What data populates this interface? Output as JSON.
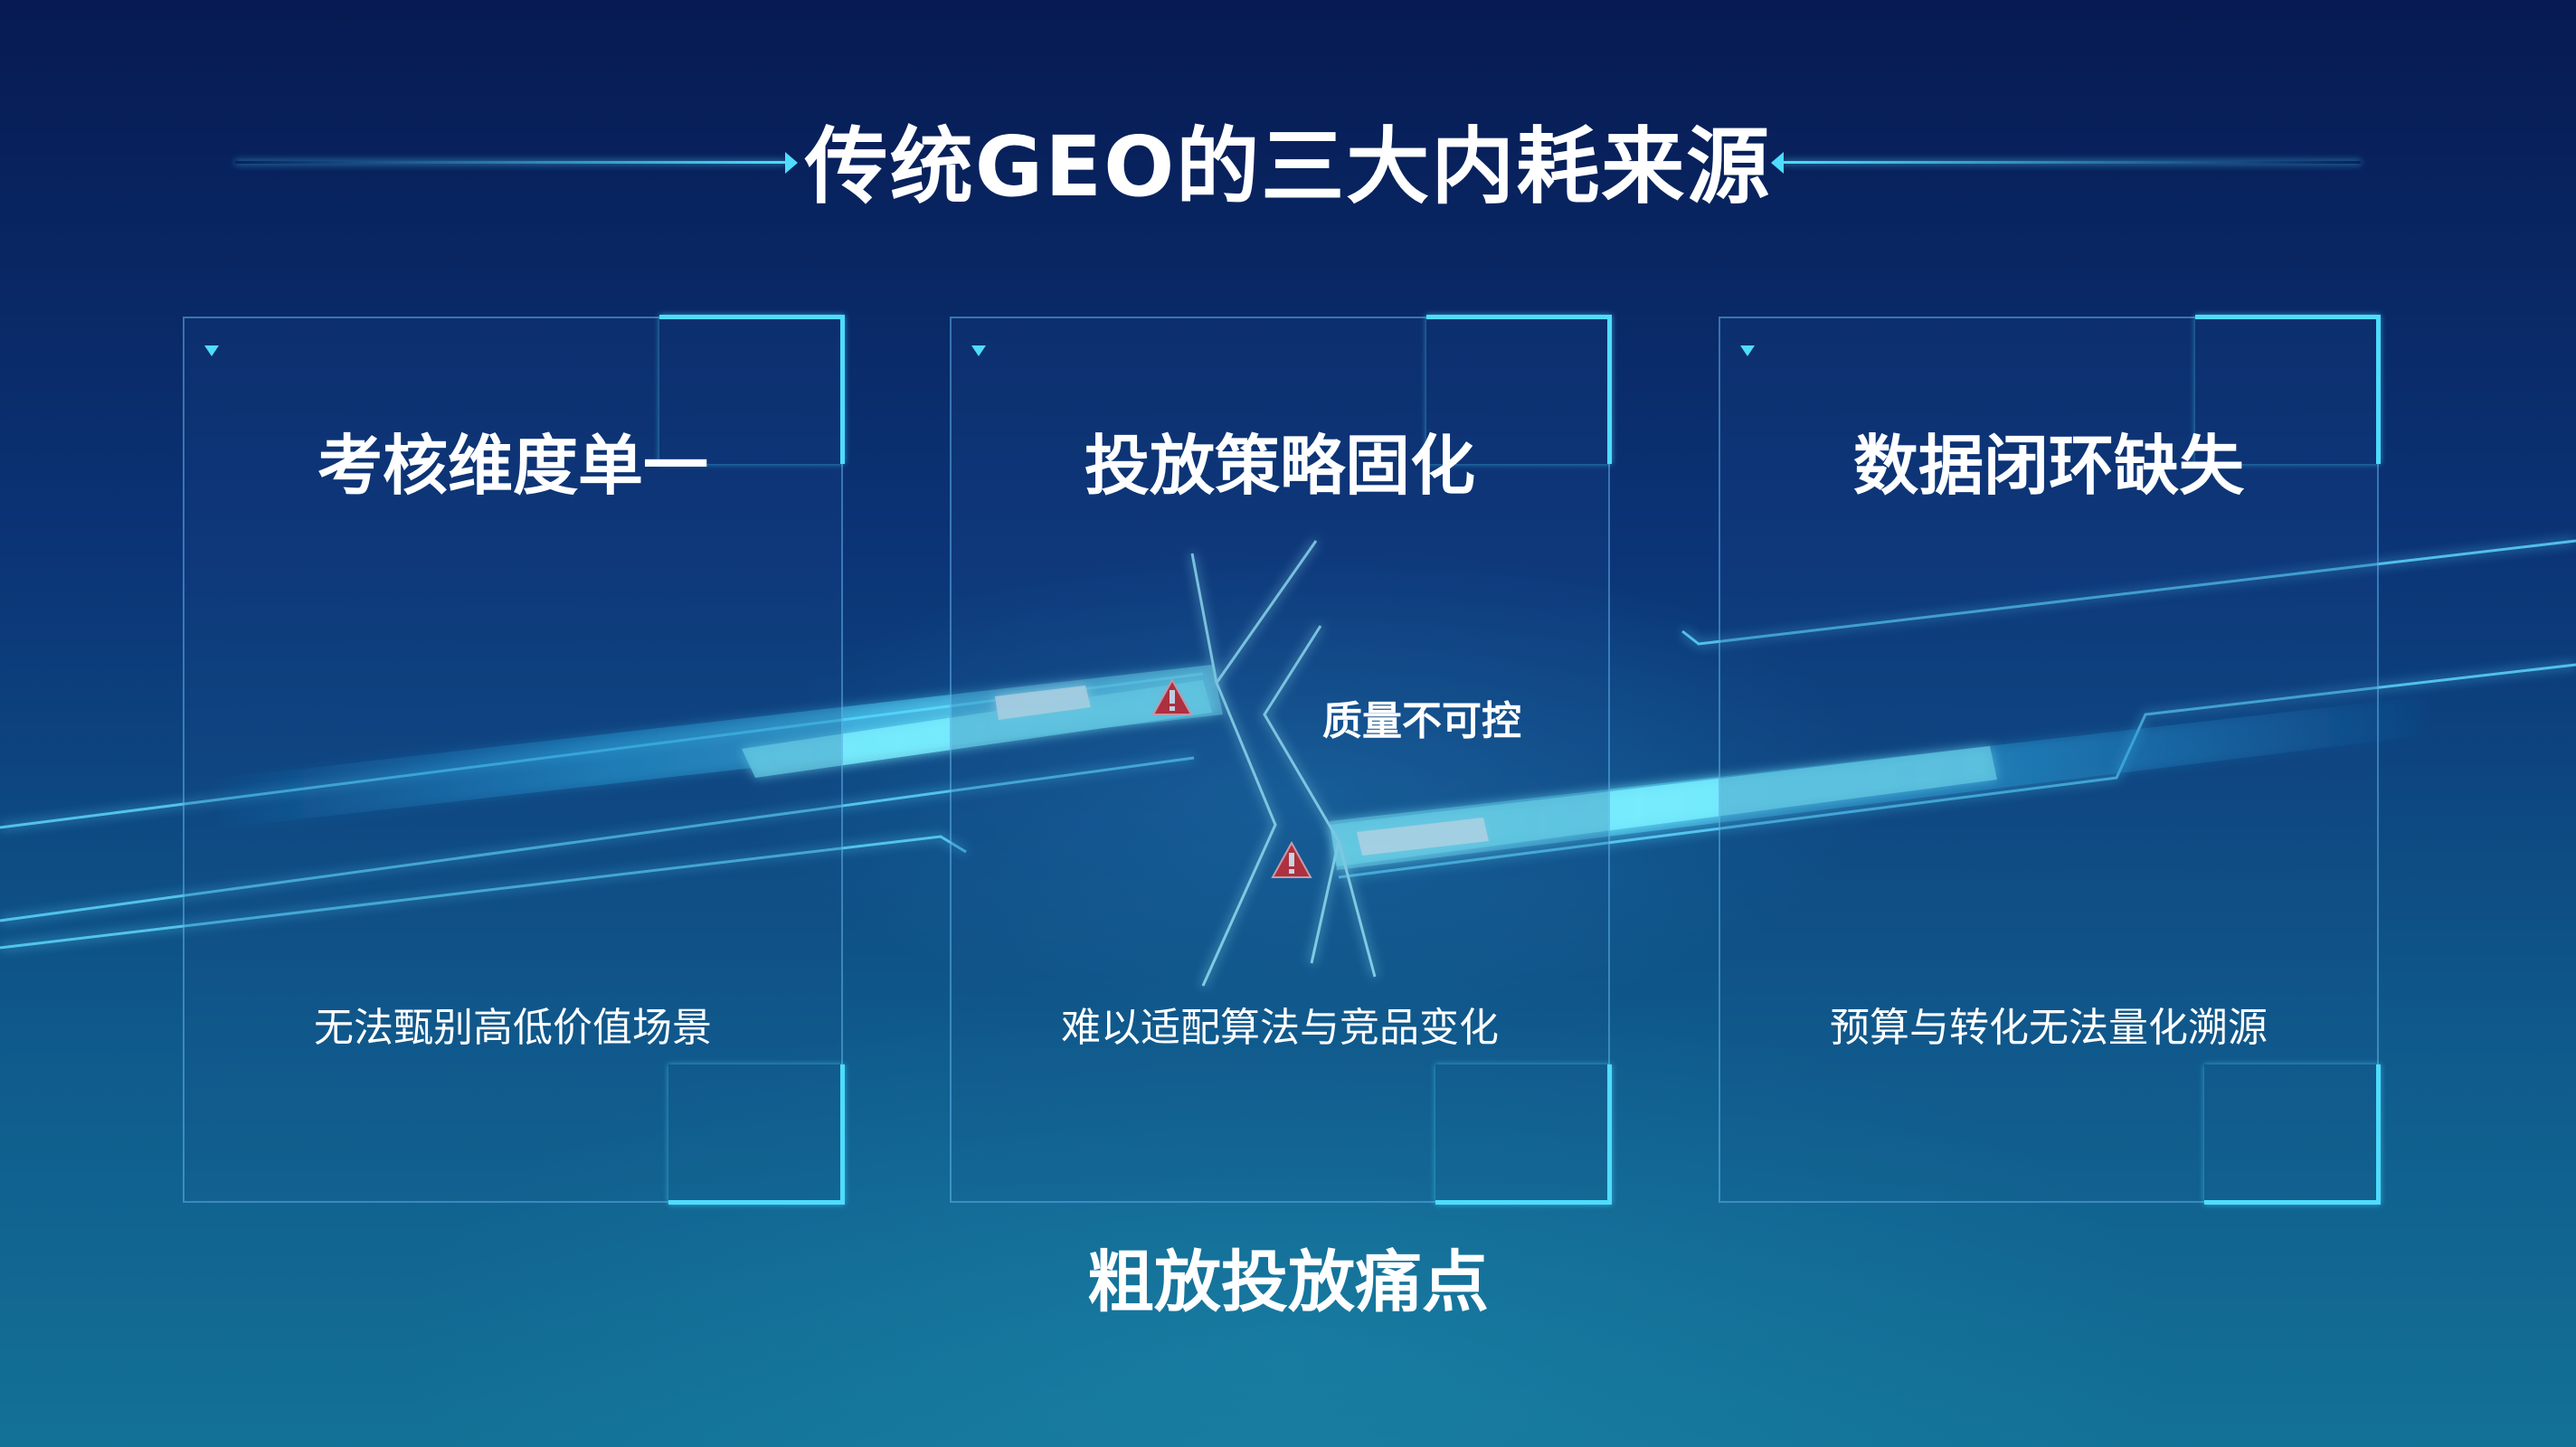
{
  "title": "传统GEO的三大内耗来源",
  "panels": [
    {
      "title": "考核维度单一",
      "desc": "无法甄别高低价值场景"
    },
    {
      "title": "投放策略固化",
      "desc": "难以适配算法与竞品变化"
    },
    {
      "title": "数据闭环缺失",
      "desc": "预算与转化无法量化溯源"
    }
  ],
  "center": {
    "warning_label": "质量不可控",
    "warning_icon": "warning-triangle-icon"
  },
  "bottom_label": "粗放投放痛点",
  "colors": {
    "accent": "#4fdcff",
    "warning": "#e02828",
    "background_top": "#071a52",
    "background_bottom": "#137196"
  }
}
